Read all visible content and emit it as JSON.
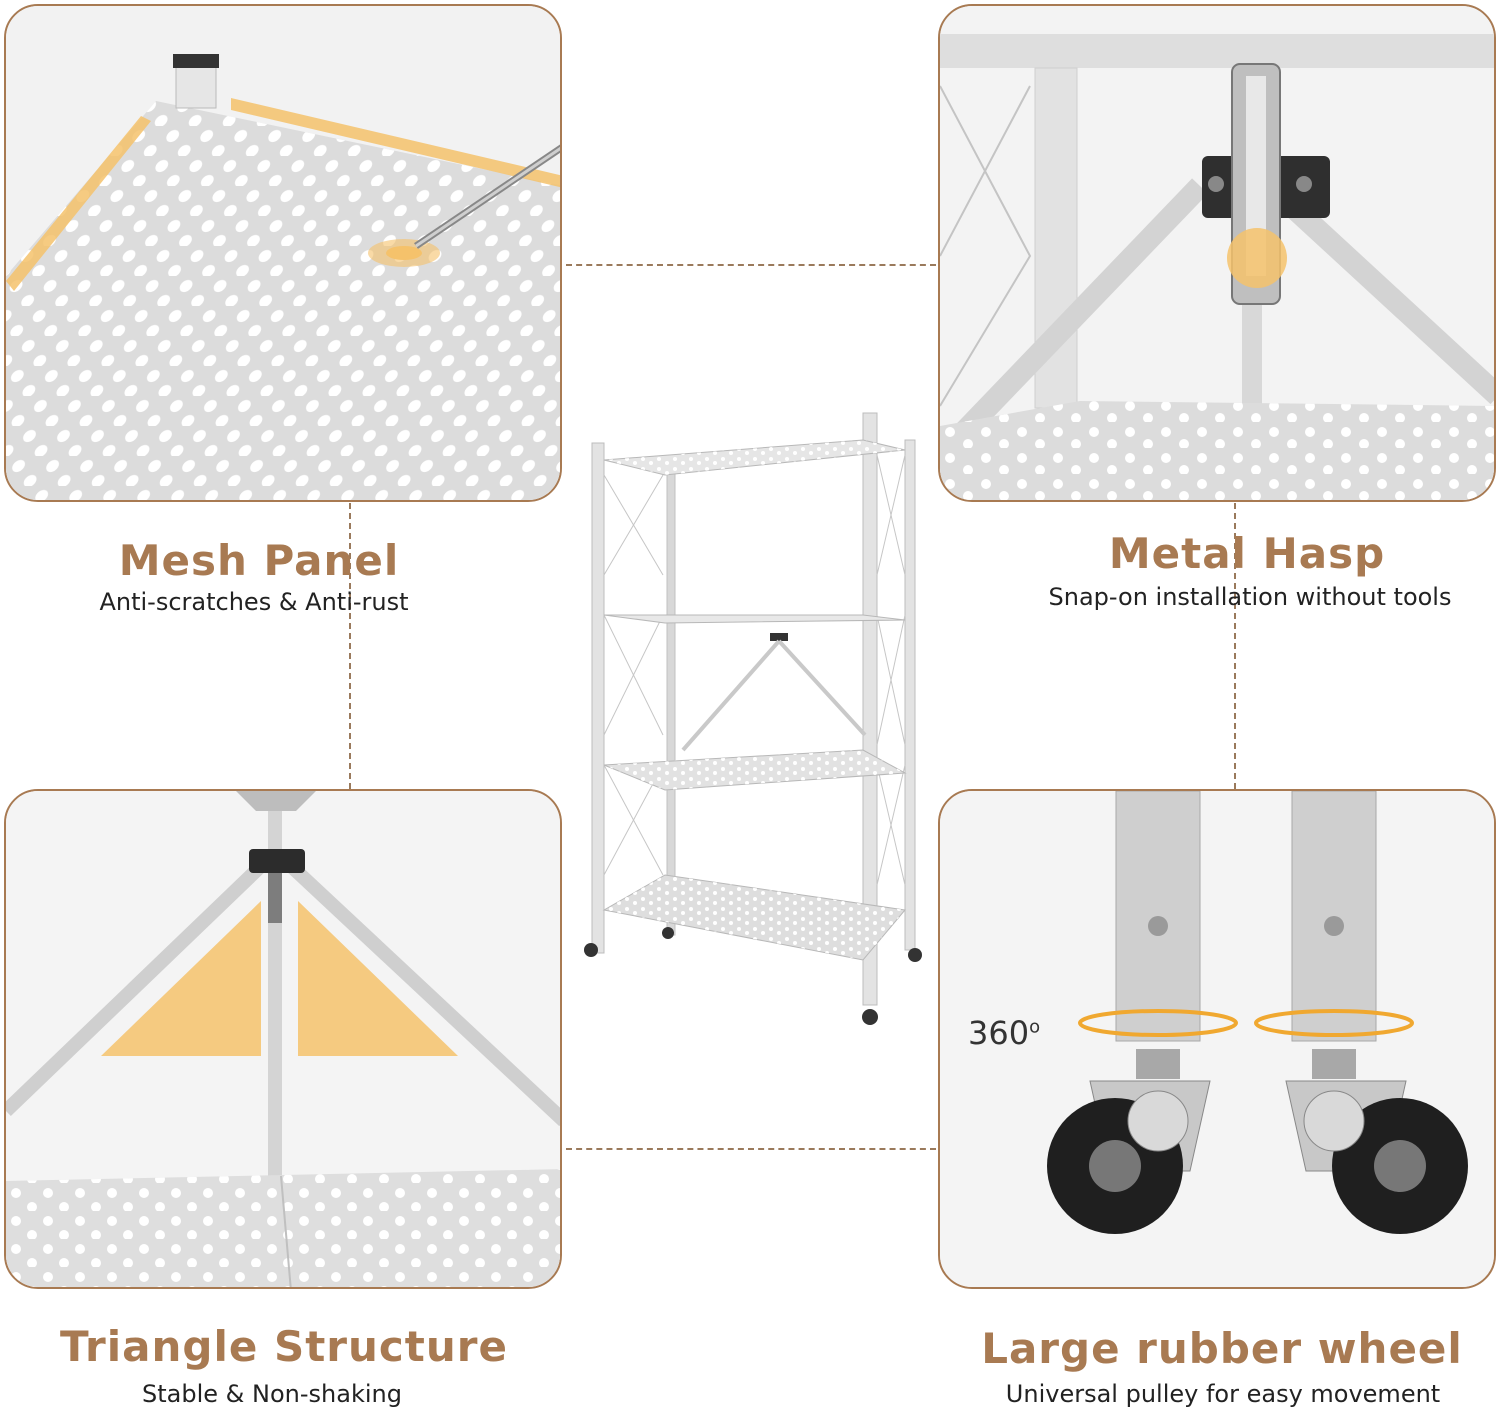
{
  "features": [
    {
      "title": "Mesh Panel",
      "subtitle": "Anti-scratches & Anti-rust"
    },
    {
      "title": "Metal Hasp",
      "subtitle": "Snap-on installation without tools"
    },
    {
      "title": "Triangle Structure",
      "subtitle": "Stable & Non-shaking"
    },
    {
      "title": "Large rubber wheel",
      "subtitle": "Universal pulley for easy movement"
    }
  ],
  "wheel_rotation": {
    "value": "360",
    "unit": "o"
  },
  "colors": {
    "accent": "#a87a52",
    "highlight": "#f5c26b",
    "metal": "#d8d8d8"
  }
}
